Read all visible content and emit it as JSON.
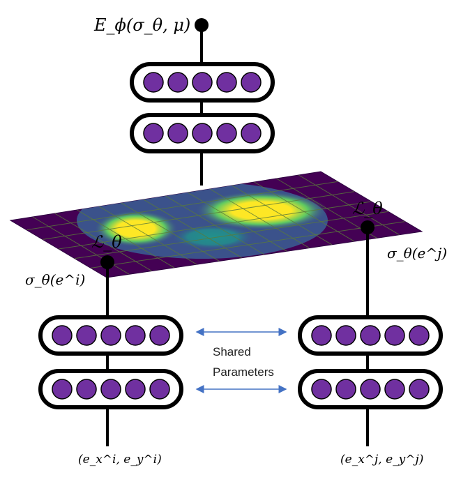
{
  "top_energy_label": "E_ϕ(σ_θ, μ)",
  "loss_label_left": "ℒ_θ",
  "loss_label_right": "ℒ_θ",
  "embed_label_left": "σ_θ(e^i)",
  "embed_label_right": "σ_θ(e^j)",
  "input_label_left": "(e_x^i, e_y^i)",
  "input_label_right": "(e_x^j, e_y^j)",
  "shared_label_line1": "Shared",
  "shared_label_line2": "Parameters",
  "colors": {
    "neuron": "#7030a0",
    "plane_base": "#440154",
    "heat_low": "#3b528b",
    "heat_mid": "#21918c",
    "heat_high": "#fde725",
    "arrow": "#4472c4",
    "grid": "#5a7a3a"
  }
}
